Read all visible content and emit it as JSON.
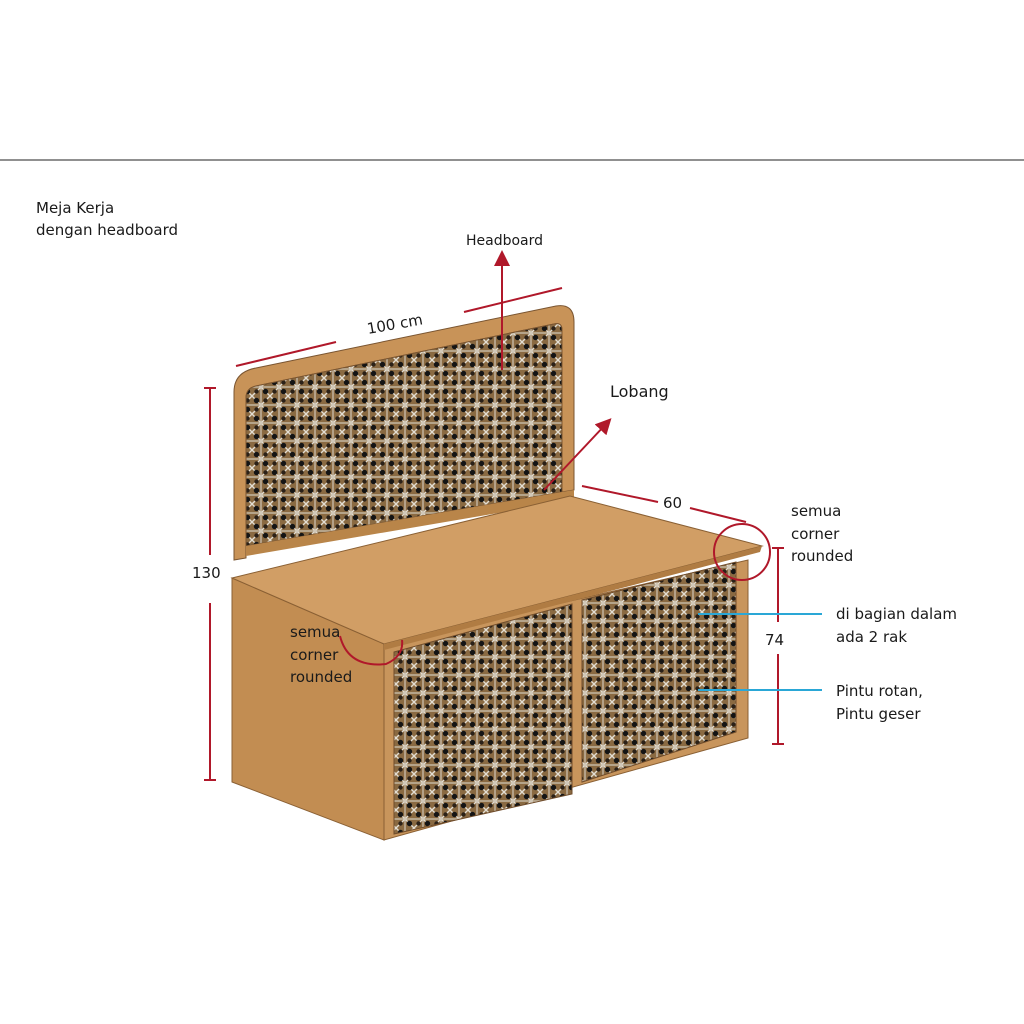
{
  "diagram": {
    "title_line1": "Meja Kerja",
    "title_line2": "dengan headboard",
    "label_headboard": "Headboard",
    "label_lobang": "Lobang",
    "dim_width": "100 cm",
    "dim_depth": "60",
    "dim_total_height": "130",
    "dim_desk_height": "74",
    "note_corner_right": [
      "semua",
      "corner",
      "rounded"
    ],
    "note_corner_left": [
      "semua",
      "corner",
      "rounded"
    ],
    "note_shelves": [
      "di bagian dalam",
      "ada 2 rak"
    ],
    "note_doors": [
      "Pintu rotan,",
      "Pintu geser"
    ]
  },
  "colors": {
    "wood": "#c8955c",
    "wood_top": "#d09d63",
    "wood_side": "#b98549",
    "rattan_bg": "#7a5a36",
    "rattan_hole": "#161616",
    "rattan_strand": "#e6e2da",
    "dimension_line": "#b0182a",
    "leader_line": "#2aa7d6"
  }
}
